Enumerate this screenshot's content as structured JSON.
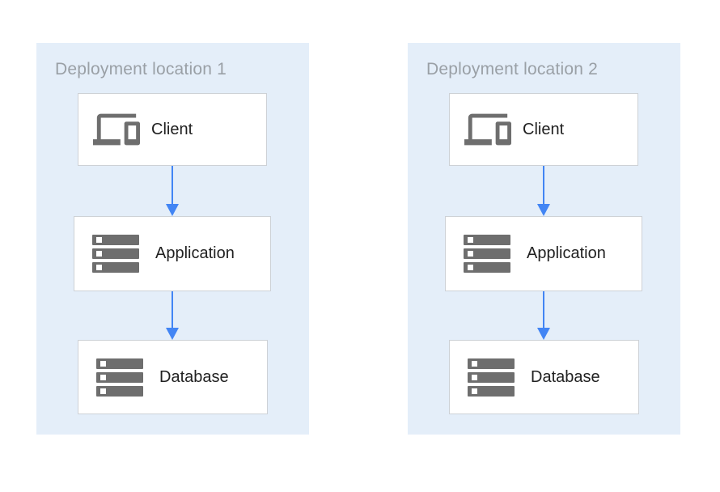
{
  "colors": {
    "panel_bg": "#e4eef9",
    "box_bg": "#ffffff",
    "box_border": "#cdd1d6",
    "icon_gray": "#6e6e6e",
    "arrow_blue": "#4285f4",
    "title_gray": "#9aa0a6",
    "label_color": "#212121"
  },
  "panels": [
    {
      "title": "Deployment location 1",
      "nodes": [
        {
          "label": "Client",
          "icon": "devices-icon"
        },
        {
          "label": "Application",
          "icon": "storage-icon"
        },
        {
          "label": "Database",
          "icon": "storage-icon"
        }
      ],
      "connections": [
        {
          "from": "Client",
          "to": "Application"
        },
        {
          "from": "Application",
          "to": "Database"
        }
      ]
    },
    {
      "title": "Deployment location 2",
      "nodes": [
        {
          "label": "Client",
          "icon": "devices-icon"
        },
        {
          "label": "Application",
          "icon": "storage-icon"
        },
        {
          "label": "Database",
          "icon": "storage-icon"
        }
      ],
      "connections": [
        {
          "from": "Client",
          "to": "Application"
        },
        {
          "from": "Application",
          "to": "Database"
        }
      ]
    }
  ]
}
